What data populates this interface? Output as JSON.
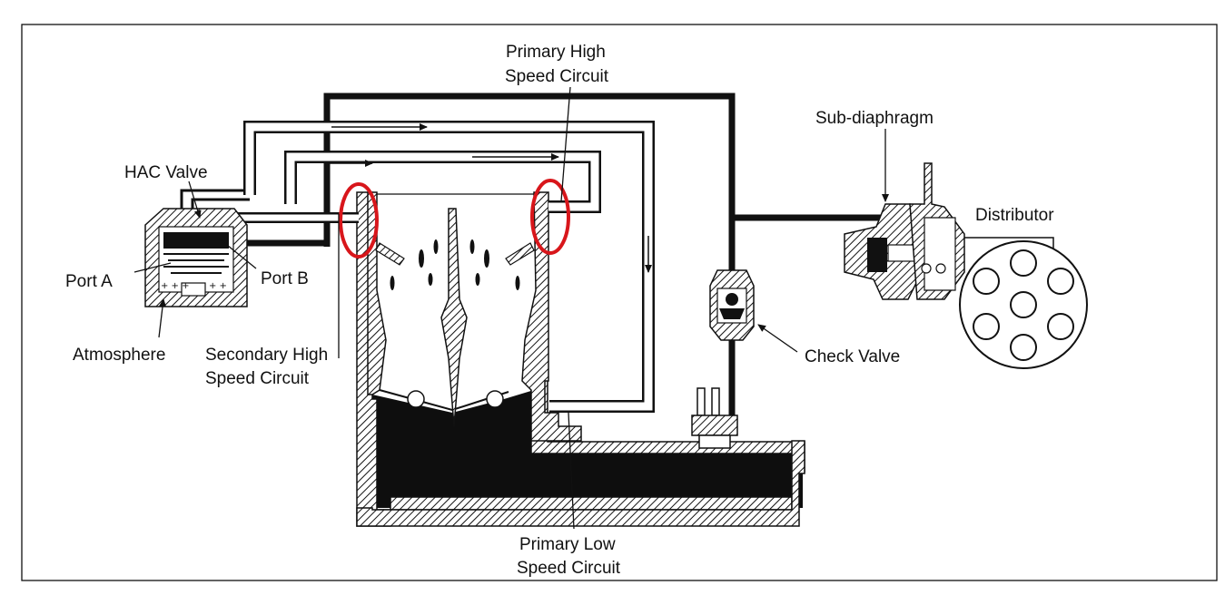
{
  "labels": {
    "primary_high_speed": [
      "Primary High",
      "Speed Circuit"
    ],
    "hac_valve": "HAC Valve",
    "port_a": "Port A",
    "port_b": "Port B",
    "atmosphere": "Atmosphere",
    "secondary_high_speed": [
      "Secondary High",
      "Speed Circuit"
    ],
    "sub_diaphragm": "Sub-diaphragm",
    "distributor": "Distributor",
    "check_valve": "Check Valve",
    "primary_low_speed": [
      "Primary Low",
      "Speed Circuit"
    ]
  },
  "colors": {
    "ink": "#111111",
    "highlight": "#d8161b",
    "background": "#ffffff"
  }
}
